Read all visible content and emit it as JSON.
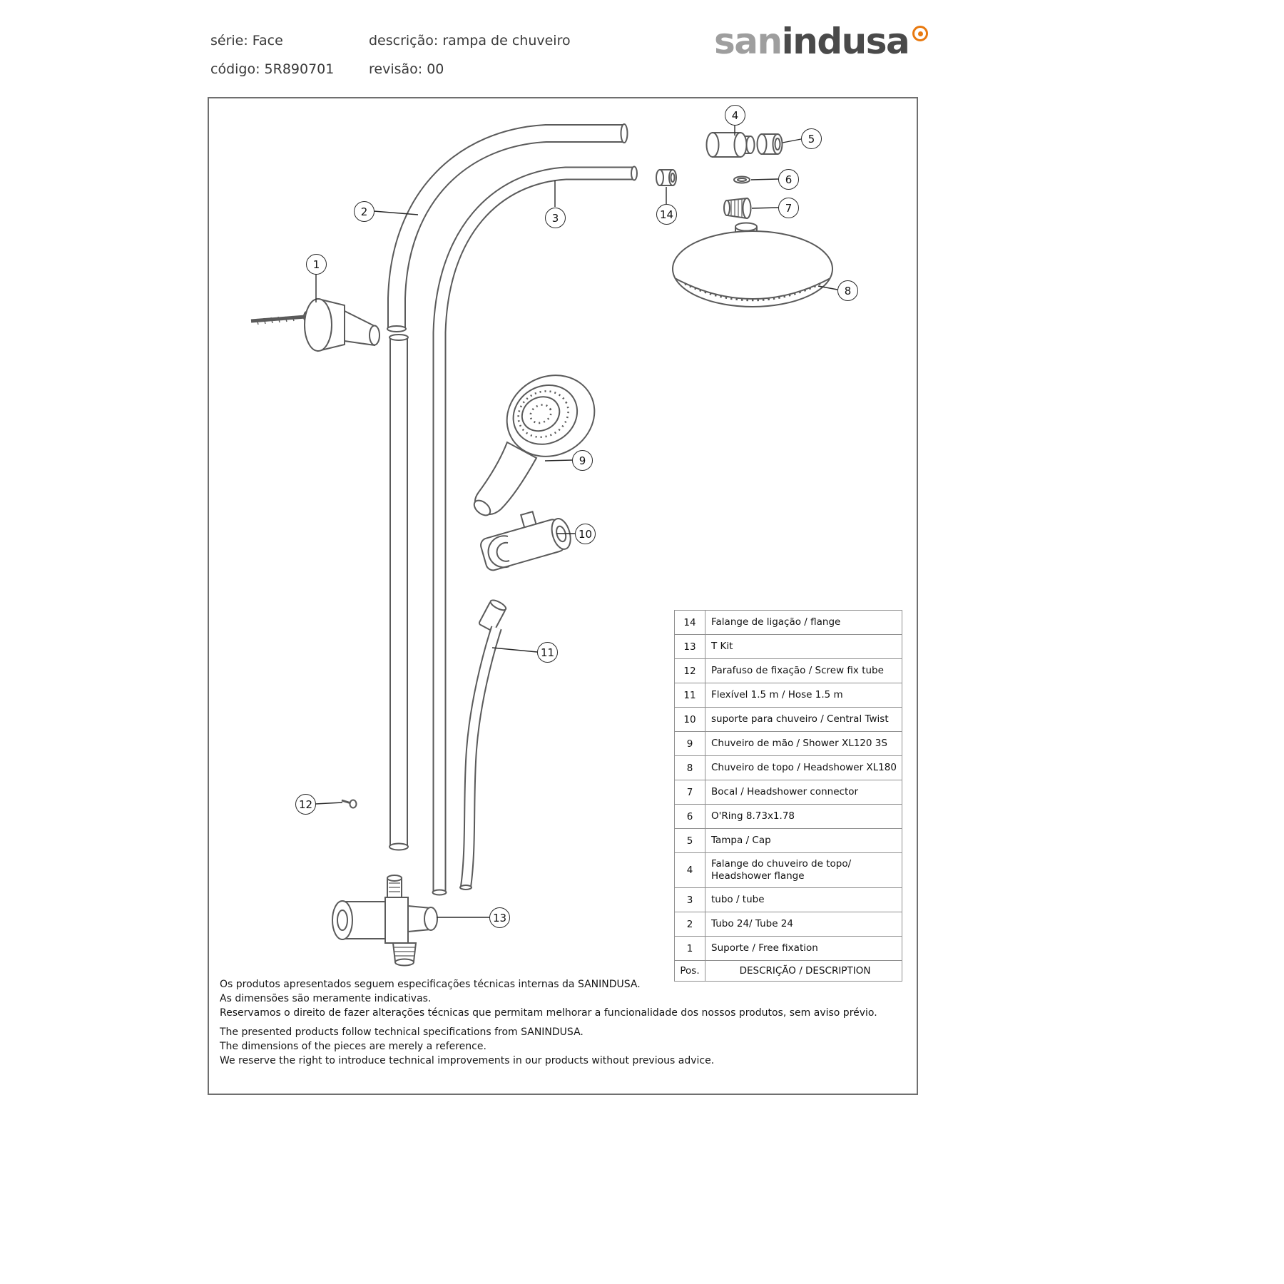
{
  "header": {
    "serie": "série: Face",
    "descricao": "descrição: rampa de chuveiro",
    "codigo": "código: 5R890701",
    "revisao": "revisão: 00"
  },
  "logo": {
    "part1": "san",
    "part2": "indusa"
  },
  "brand_colors": {
    "accent_orange": "#e8790f",
    "gray_light": "#9e9e9e",
    "gray_dark": "#4a4a4a"
  },
  "callouts": [
    "1",
    "2",
    "3",
    "4",
    "5",
    "6",
    "7",
    "8",
    "9",
    "10",
    "11",
    "12",
    "13",
    "14"
  ],
  "parts_table": {
    "rows": [
      {
        "pos": "14",
        "desc": "Falange de ligação / flange"
      },
      {
        "pos": "13",
        "desc": "T Kit"
      },
      {
        "pos": "12",
        "desc": "Parafuso de fixação / Screw fix tube"
      },
      {
        "pos": "11",
        "desc": "Flexível 1.5 m / Hose 1.5 m"
      },
      {
        "pos": "10",
        "desc": "suporte para chuveiro / Central Twist"
      },
      {
        "pos": "9",
        "desc": "Chuveiro de mão / Shower XL120 3S"
      },
      {
        "pos": "8",
        "desc": "Chuveiro de topo / Headshower XL180"
      },
      {
        "pos": "7",
        "desc": "Bocal / Headshower connector"
      },
      {
        "pos": "6",
        "desc": "O'Ring 8.73x1.78"
      },
      {
        "pos": "5",
        "desc": "Tampa / Cap"
      },
      {
        "pos": "4",
        "desc": "Falange do chuveiro de topo/ Headshower flange"
      },
      {
        "pos": "3",
        "desc": "tubo / tube"
      },
      {
        "pos": "2",
        "desc": "Tubo 24/ Tube 24"
      },
      {
        "pos": "1",
        "desc": "Suporte / Free fixation"
      }
    ],
    "footer": {
      "pos": "Pos.",
      "desc": "DESCRIÇÃO / DESCRIPTION"
    }
  },
  "notes": {
    "pt": [
      "Os produtos apresentados seguem especificações técnicas internas da SANINDUSA.",
      "As dimensões são meramente indicativas.",
      "Reservamos o direito de fazer alterações técnicas que permitam melhorar a funcionalidade dos nossos produtos, sem aviso prévio."
    ],
    "en": [
      "The presented products follow technical specifications from SANINDUSA.",
      "The dimensions of the pieces are merely a reference.",
      "We reserve the right to introduce technical improvements in our products without previous advice."
    ]
  }
}
